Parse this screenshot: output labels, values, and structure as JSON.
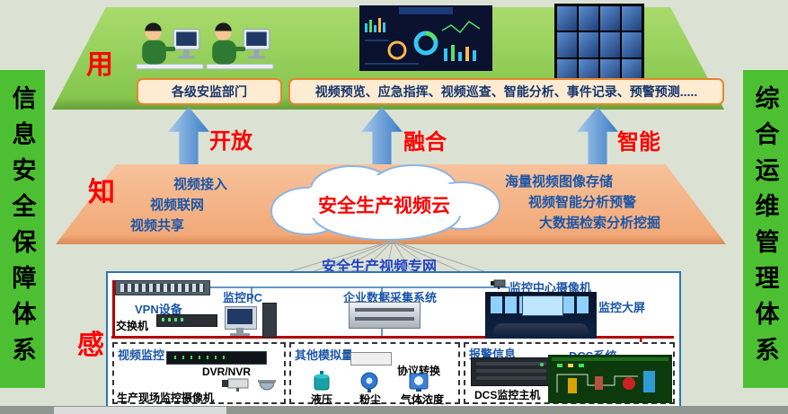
{
  "side_bars": {
    "left": "信息安全保障体系",
    "right": "综合运维管理体系"
  },
  "use_layer": {
    "label": "用",
    "dept_box": "各级安监部门",
    "functions_box": "视频预览、应急指挥、视频巡查、智能分析、事件记录、预警预测....."
  },
  "arrows": {
    "open": "开放",
    "fusion": "融合",
    "intelligent": "智能"
  },
  "know_layer": {
    "label": "知",
    "cloud_title": "安全生产视频云",
    "left_items": [
      "视频接入",
      "视频联网",
      "视频共享"
    ],
    "right_items": [
      "海量视频图像存储",
      "视频智能分析预警",
      "大数据检索分析挖掘"
    ]
  },
  "network_label": "安全生产视频专网",
  "sense_layer": {
    "label": "感",
    "devices": {
      "vpn": "VPN设备",
      "switch": "交换机",
      "pc": "监控PC",
      "collector": "企业数据采集系统",
      "center_camera": "监控中心摄像机",
      "big_screen": "监控大屏"
    },
    "video_group": {
      "title": "视频监控",
      "dvr": "DVR/NVR",
      "cameras": "生产现场监控摄像机"
    },
    "analog_group": {
      "title": "其他模拟量",
      "protocol": "协议转换",
      "sensors": [
        "液压",
        "粉尘",
        "气体浓度"
      ]
    },
    "alarm_group": {
      "title": "报警信息",
      "dcs_title": "DCS系统",
      "dcs_host": "DCS监控主机"
    }
  },
  "colors": {
    "banner_green": "#4cc032",
    "plane_green": "#86c64e",
    "plane_orange": "#f2a978",
    "accent_red": "#ff0000",
    "label_blue": "#1b56a8",
    "bus_red": "#b00000",
    "box_border_blue": "#2e75b6"
  }
}
